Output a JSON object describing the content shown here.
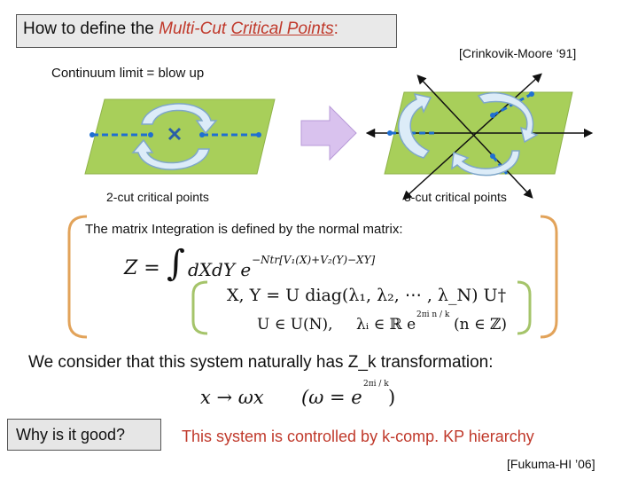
{
  "header": {
    "title_prefix": "How to define the ",
    "title_multicut": "Multi-Cut",
    "title_critical": "Critical Points",
    "title_colon": ":"
  },
  "refs": {
    "ref1": "[Crinkovik-Moore ‘91]",
    "ref2": "[Fukuma-HI ’06]"
  },
  "labels": {
    "continuum": "Continuum limit = blow up",
    "cap_2cut": "2-cut critical points",
    "cap_3cut": "3-cut critical points",
    "matrix_sentence": "The matrix Integration is defined by the normal matrix:",
    "consider": "We consider that this system naturally has Z_k transformation:",
    "why": "Why is it good?",
    "controlled": "This system is controlled by k-comp. KP hierarchy"
  },
  "math": {
    "Z": "Z =",
    "integral": "∫",
    "integrand": "dXdY e",
    "exponent": "−Ntr[V₁(X)+V₂(Y)−XY]",
    "xy": "X, Y = U diag(λ₁, λ₂, ⋯ , λ_N) U†",
    "u": "U ∈ U(N),",
    "lambda": "λᵢ ∈ ℝ e",
    "lambda_exp": "2πi n / k",
    "lambda_tail": "(n ∈ ℤ)",
    "transform": "x → ωx",
    "omega_open": "(ω = e",
    "omega_exp": "2πi / k",
    "omega_close": ")"
  },
  "colors": {
    "plane": "#a8cf5a",
    "arrow_fill": "#dcecf8",
    "arrow_stroke": "#7fa7c9",
    "cut": "#1f6fd1",
    "cross": "#2a5ea8",
    "block_arrow": "#d9c2ee",
    "bracket_outer": "#e2a35a",
    "bracket_inner": "#a5c46a",
    "accent_red": "#c0392b"
  }
}
